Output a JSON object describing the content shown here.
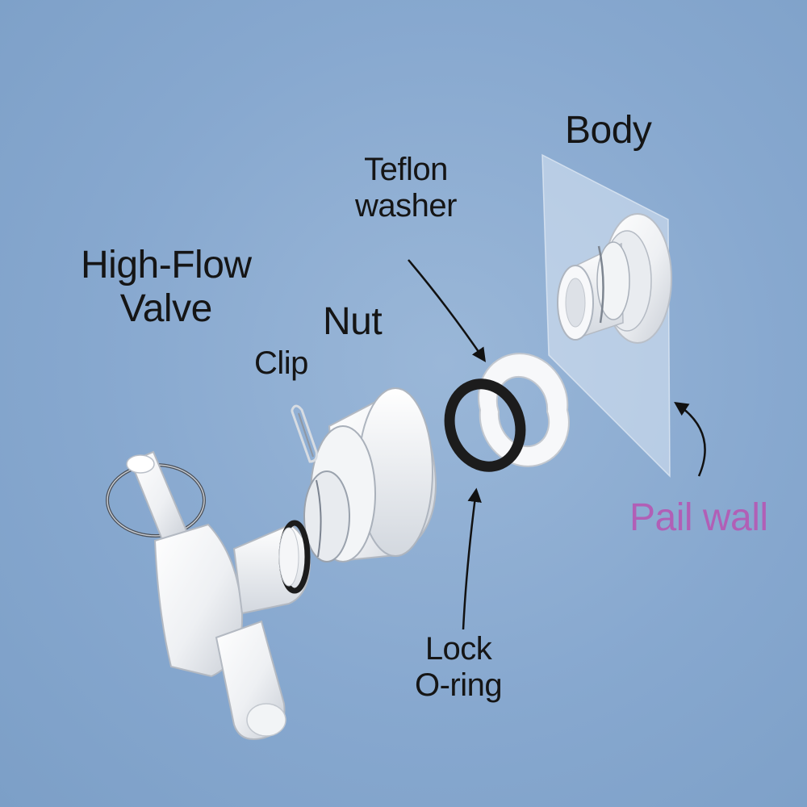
{
  "labels": {
    "body": "Body",
    "teflon_line1": "Teflon",
    "teflon_line2": "washer",
    "high_flow_line1": "High-Flow",
    "high_flow_line2": "Valve",
    "nut": "Nut",
    "clip": "Clip",
    "lock_line1": "Lock",
    "lock_line2": "O-ring",
    "pail_wall": "Pail wall"
  },
  "colors": {
    "background": "#87a8cf",
    "part_plastic": "#f4f5f7",
    "o_ring": "#1c1c1c",
    "pail_wall_label": "#b15fb6"
  }
}
